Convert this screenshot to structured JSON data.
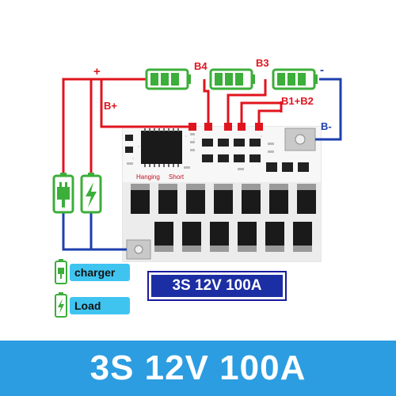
{
  "labels": {
    "plus": "+",
    "minus": "-",
    "b_plus": "B+",
    "b_minus": "B-",
    "b4": "B4",
    "b3": "B3",
    "b1_b2": "B1+B2",
    "hanging": "Hanging",
    "short": "Short"
  },
  "legend": {
    "charger": "charger",
    "load": "Load"
  },
  "spec": "3S 12V 100A",
  "banner": "3S 12V 100A",
  "colors": {
    "wire_red": "#e0141e",
    "wire_blue": "#1e3fae",
    "battery_green": "#3cae3a",
    "banner": "#2b9de0",
    "spec_box": "#1c2ea3",
    "legend_bg": "#3fc4f0"
  },
  "icons": {
    "charger": "plug-icon",
    "load": "lightning-icon",
    "battery": "battery-icon"
  }
}
